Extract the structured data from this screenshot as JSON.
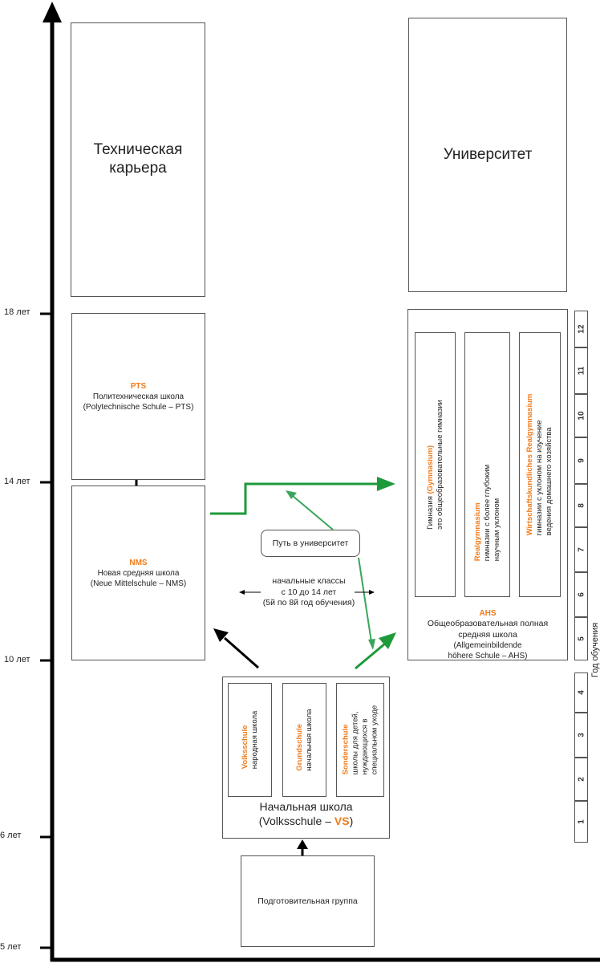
{
  "ages": [
    {
      "label": "18 лет"
    },
    {
      "label": "14 лет"
    },
    {
      "label": "10 лет"
    },
    {
      "label": "6 лет"
    },
    {
      "label": "5 лет"
    }
  ],
  "career": {
    "line1": "Техническая",
    "line2": "карьера"
  },
  "university": {
    "label": "Университет"
  },
  "pts": {
    "abbr": "PTS",
    "desc": "Политехническая школа",
    "full": "(Polytechnische Schule – PTS)"
  },
  "nms": {
    "abbr": "NMS",
    "desc": "Новая средняя школа",
    "full": "(Neue Mittelschule – NMS)"
  },
  "ahs": {
    "abbr": "AHS",
    "desc1": "Общеобразовательная полная",
    "desc2": "средняя школа",
    "full1": "(Allgemeinbildende",
    "full2": "höhere Schule – AHS)",
    "gymnasium": {
      "prefix": "Гимназия ",
      "open": "(",
      "name": "Gymnasium",
      "close": ")",
      "desc": "это общеобразовательные гимназии"
    },
    "realgymnasium": {
      "name": "Realgymnasium",
      "desc1": "гимназии с более глубоким",
      "desc2": "научным уклоном"
    },
    "wrg": {
      "name": "Wirtschaftskundliches Realgymnasium",
      "desc1": "гимназии с уклоном на изучение",
      "desc2": "ведения домашнего хозяйства"
    }
  },
  "path_label": "Путь в университет",
  "grades_note": {
    "line1": "начальные классы",
    "line2": "с 10 до 14 лет",
    "line3": "(5й по 8й год обучения)"
  },
  "primary": {
    "title1": "Начальная школа",
    "title2_prefix": "(Volksschule – ",
    "title2_abbr": "VS",
    "title2_suffix": ")",
    "volksschule": {
      "name": "Volksschule",
      "desc": "народная школа"
    },
    "grundschule": {
      "name": "Grundschule",
      "desc": "начальная школа"
    },
    "sonderschule": {
      "name": "Sonderschule",
      "desc1": "школы для детей,",
      "desc2": "нуждающихся в",
      "desc3": "специальном уходе"
    }
  },
  "preschool": {
    "label": "Подготовительная группа"
  },
  "years_axis_label": "Год обучения",
  "years": [
    "12",
    "11",
    "10",
    "9",
    "8",
    "7",
    "6",
    "5",
    "4",
    "3",
    "2",
    "1"
  ],
  "colors": {
    "accent_orange": "#f07b1a",
    "arrow_green": "#1e9a3a",
    "path_green": "#3aa55a",
    "axis": "#000000"
  }
}
